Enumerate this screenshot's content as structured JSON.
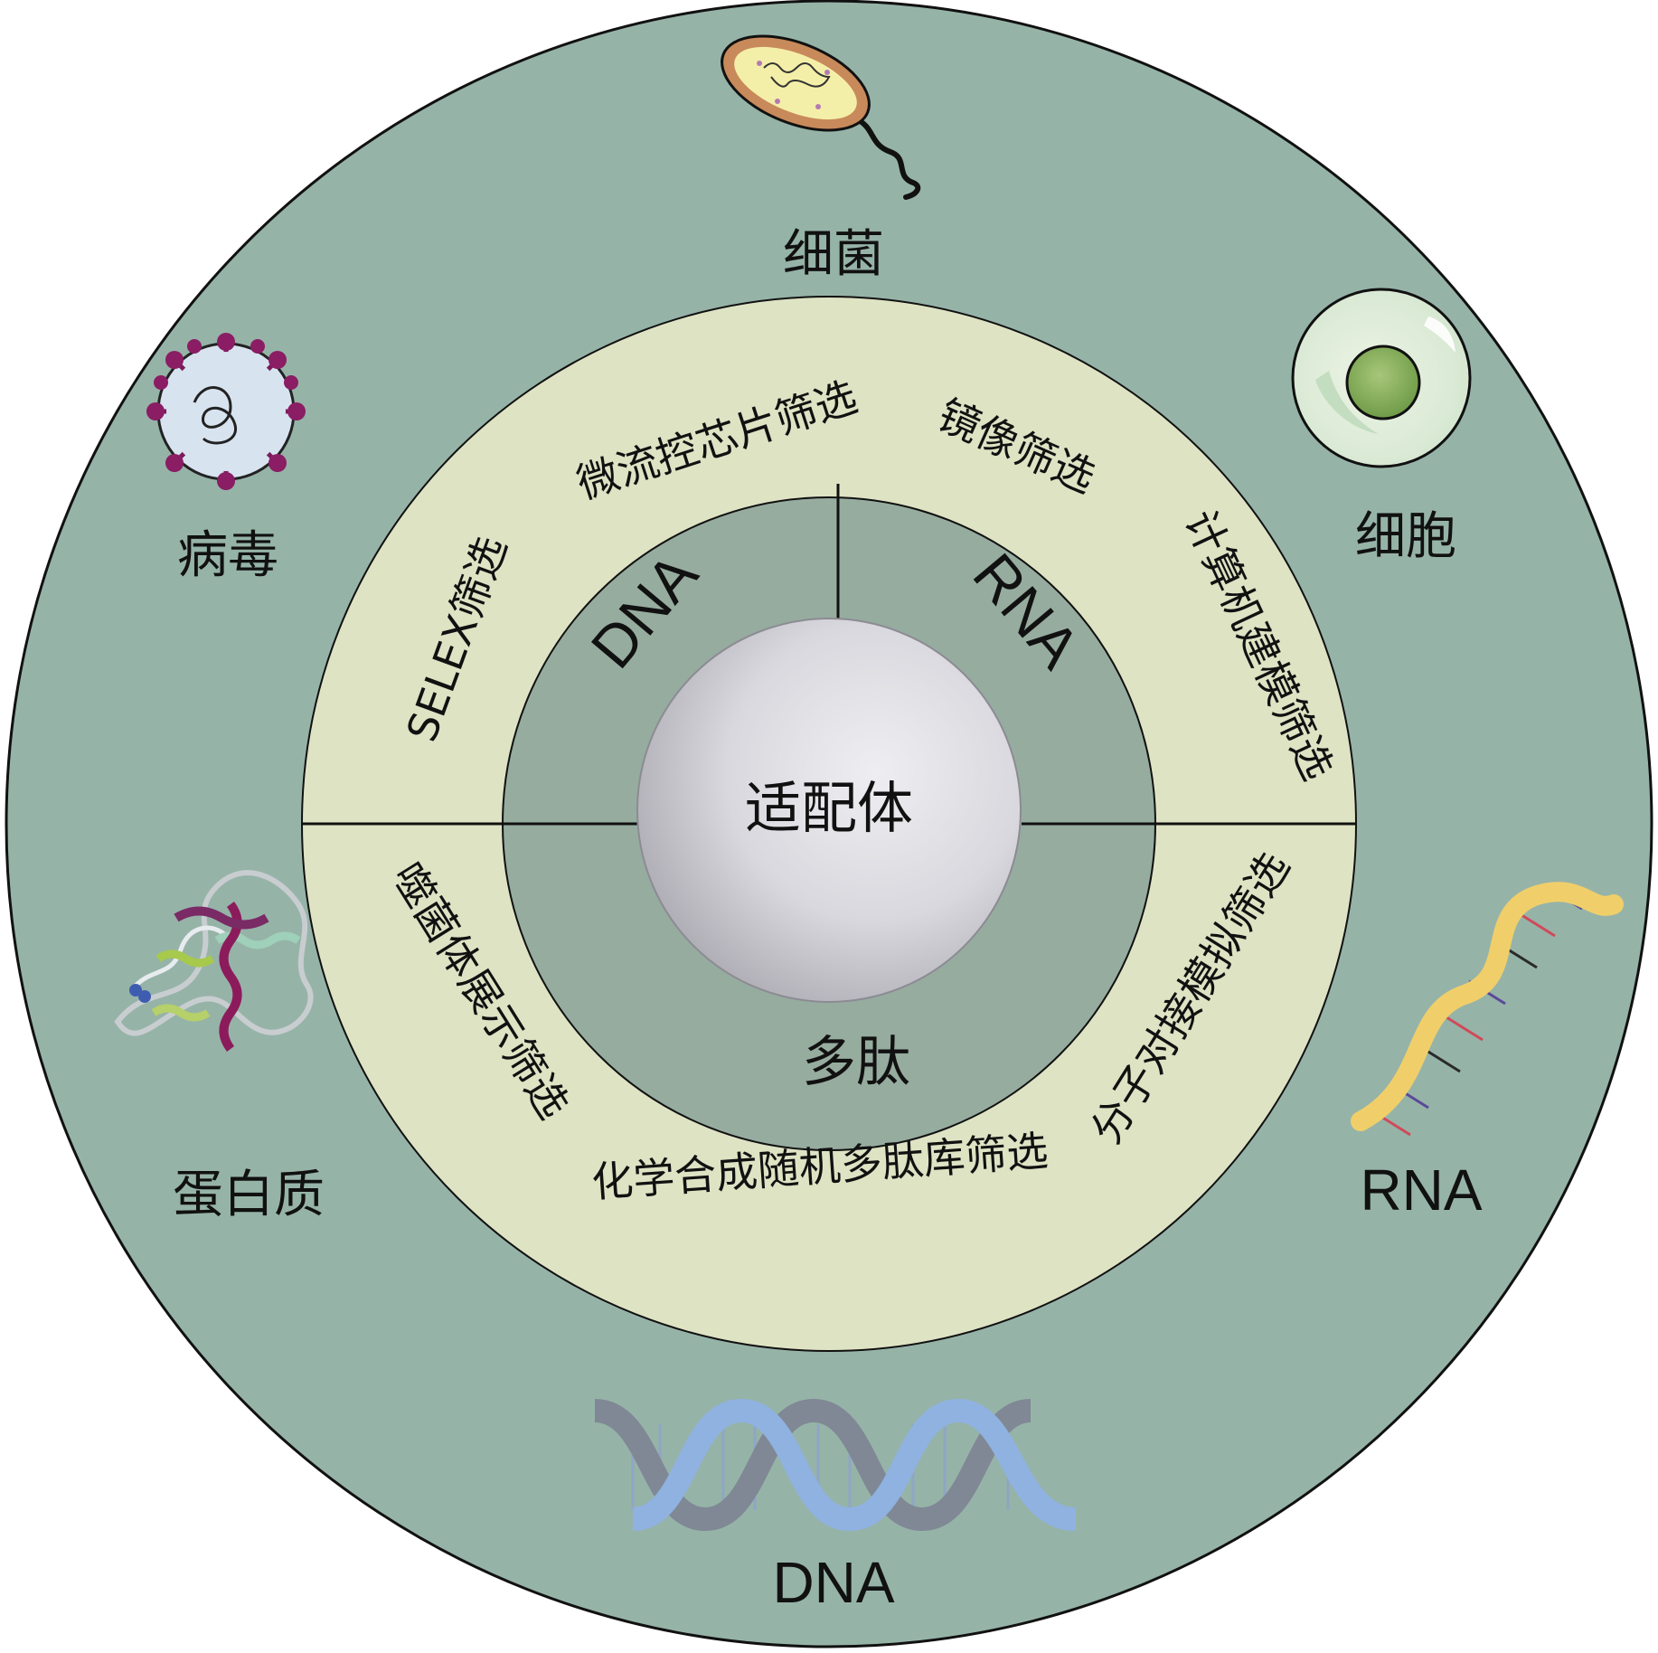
{
  "center": {
    "label": "适配体"
  },
  "inner_types": {
    "dna": "DNA",
    "rna": "RNA",
    "peptide": "多肽"
  },
  "methods": {
    "selex": "SELEX筛选",
    "microfluidic": "微流控芯片筛选",
    "mirror": "镜像筛选",
    "computer": "计算机建模筛选",
    "phage": "噬菌体展示筛选",
    "chemical": "化学合成随机多肽库筛选",
    "docking": "分子对接模拟筛选"
  },
  "targets": {
    "bacteria": "细菌",
    "virus": "病毒",
    "cell": "细胞",
    "protein": "蛋白质",
    "rna": "RNA",
    "dna": "DNA"
  },
  "colors": {
    "outer_ring": "#96b3a8",
    "method_ring": "#dee3c4",
    "inner_ring": "#96ac9f",
    "center_disc": "#d5d4da"
  },
  "icons": [
    "bacteria-icon",
    "virus-icon",
    "cell-icon",
    "protein-icon",
    "rna-helix-icon",
    "dna-helix-icon"
  ]
}
